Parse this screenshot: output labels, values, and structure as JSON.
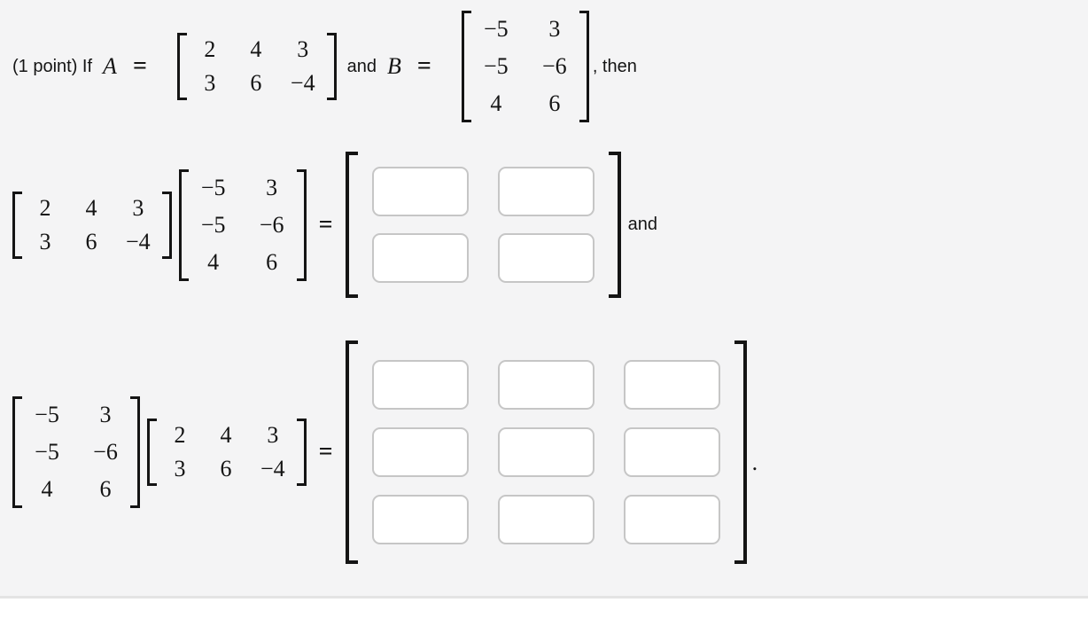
{
  "statement": {
    "prefix": "(1 point) If",
    "a_symbol": "A",
    "equals": "=",
    "and_word": "and",
    "b_symbol": "B",
    "comma_then": ", then"
  },
  "matrix_a": {
    "rows": [
      [
        "2",
        "4",
        "3"
      ],
      [
        "3",
        "6",
        "−4"
      ]
    ]
  },
  "matrix_b": {
    "rows": [
      [
        "−5",
        "3"
      ],
      [
        "−5",
        "−6"
      ],
      [
        "4",
        "6"
      ]
    ]
  },
  "equation_ab": {
    "equals": "=",
    "suffix": "and"
  },
  "equation_ba": {
    "equals": "=",
    "suffix": "."
  },
  "answers": {
    "ab": {
      "rows": 2,
      "cols": 2,
      "cells": [
        [
          "",
          ""
        ],
        [
          "",
          ""
        ]
      ]
    },
    "ba": {
      "rows": 3,
      "cols": 3,
      "cells": [
        [
          "",
          "",
          ""
        ],
        [
          "",
          "",
          ""
        ],
        [
          "",
          "",
          ""
        ]
      ]
    }
  },
  "colors": {
    "background": "#f4f4f5",
    "text": "#141414",
    "box_border": "#c6c6c6",
    "box_fill": "#ffffff",
    "divider": "#e4e4e4"
  }
}
